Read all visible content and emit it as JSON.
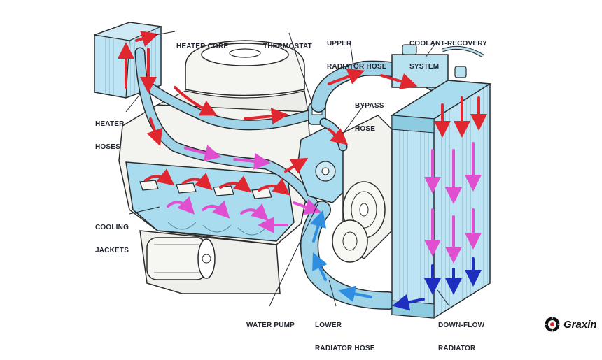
{
  "labels": {
    "heater_core": "HEATER CORE",
    "thermostat": "THERMOSTAT",
    "upper_radiator_hose_1": "UPPER",
    "upper_radiator_hose_2": "RADIATOR HOSE",
    "coolant_recovery_1": "COOLANT-RECOVERY",
    "coolant_recovery_2": "SYSTEM",
    "bypass_hose_1": "BYPASS",
    "bypass_hose_2": "HOSE",
    "heater_hoses_1": "HEATER",
    "heater_hoses_2": "HOSES",
    "cooling_jackets_1": "COOLING",
    "cooling_jackets_2": "JACKETS",
    "water_pump": "WATER PUMP",
    "lower_radiator_hose_1": "LOWER",
    "lower_radiator_hose_2": "RADIATOR HOSE",
    "down_flow_radiator_1": "DOWN-FLOW",
    "down_flow_radiator_2": "RADIATOR"
  },
  "logo": {
    "text": "Graxin",
    "icon": "tire-icon"
  },
  "colors": {
    "hot_coolant": "#e0262f",
    "warm_coolant": "#e04fd0",
    "cool_coolant": "#2f8ee0",
    "cold_coolant": "#1e2fbf",
    "hose_fill": "#9fd4e8",
    "engine_fill": "#f3f3f0",
    "outline": "#2a2a2a"
  }
}
